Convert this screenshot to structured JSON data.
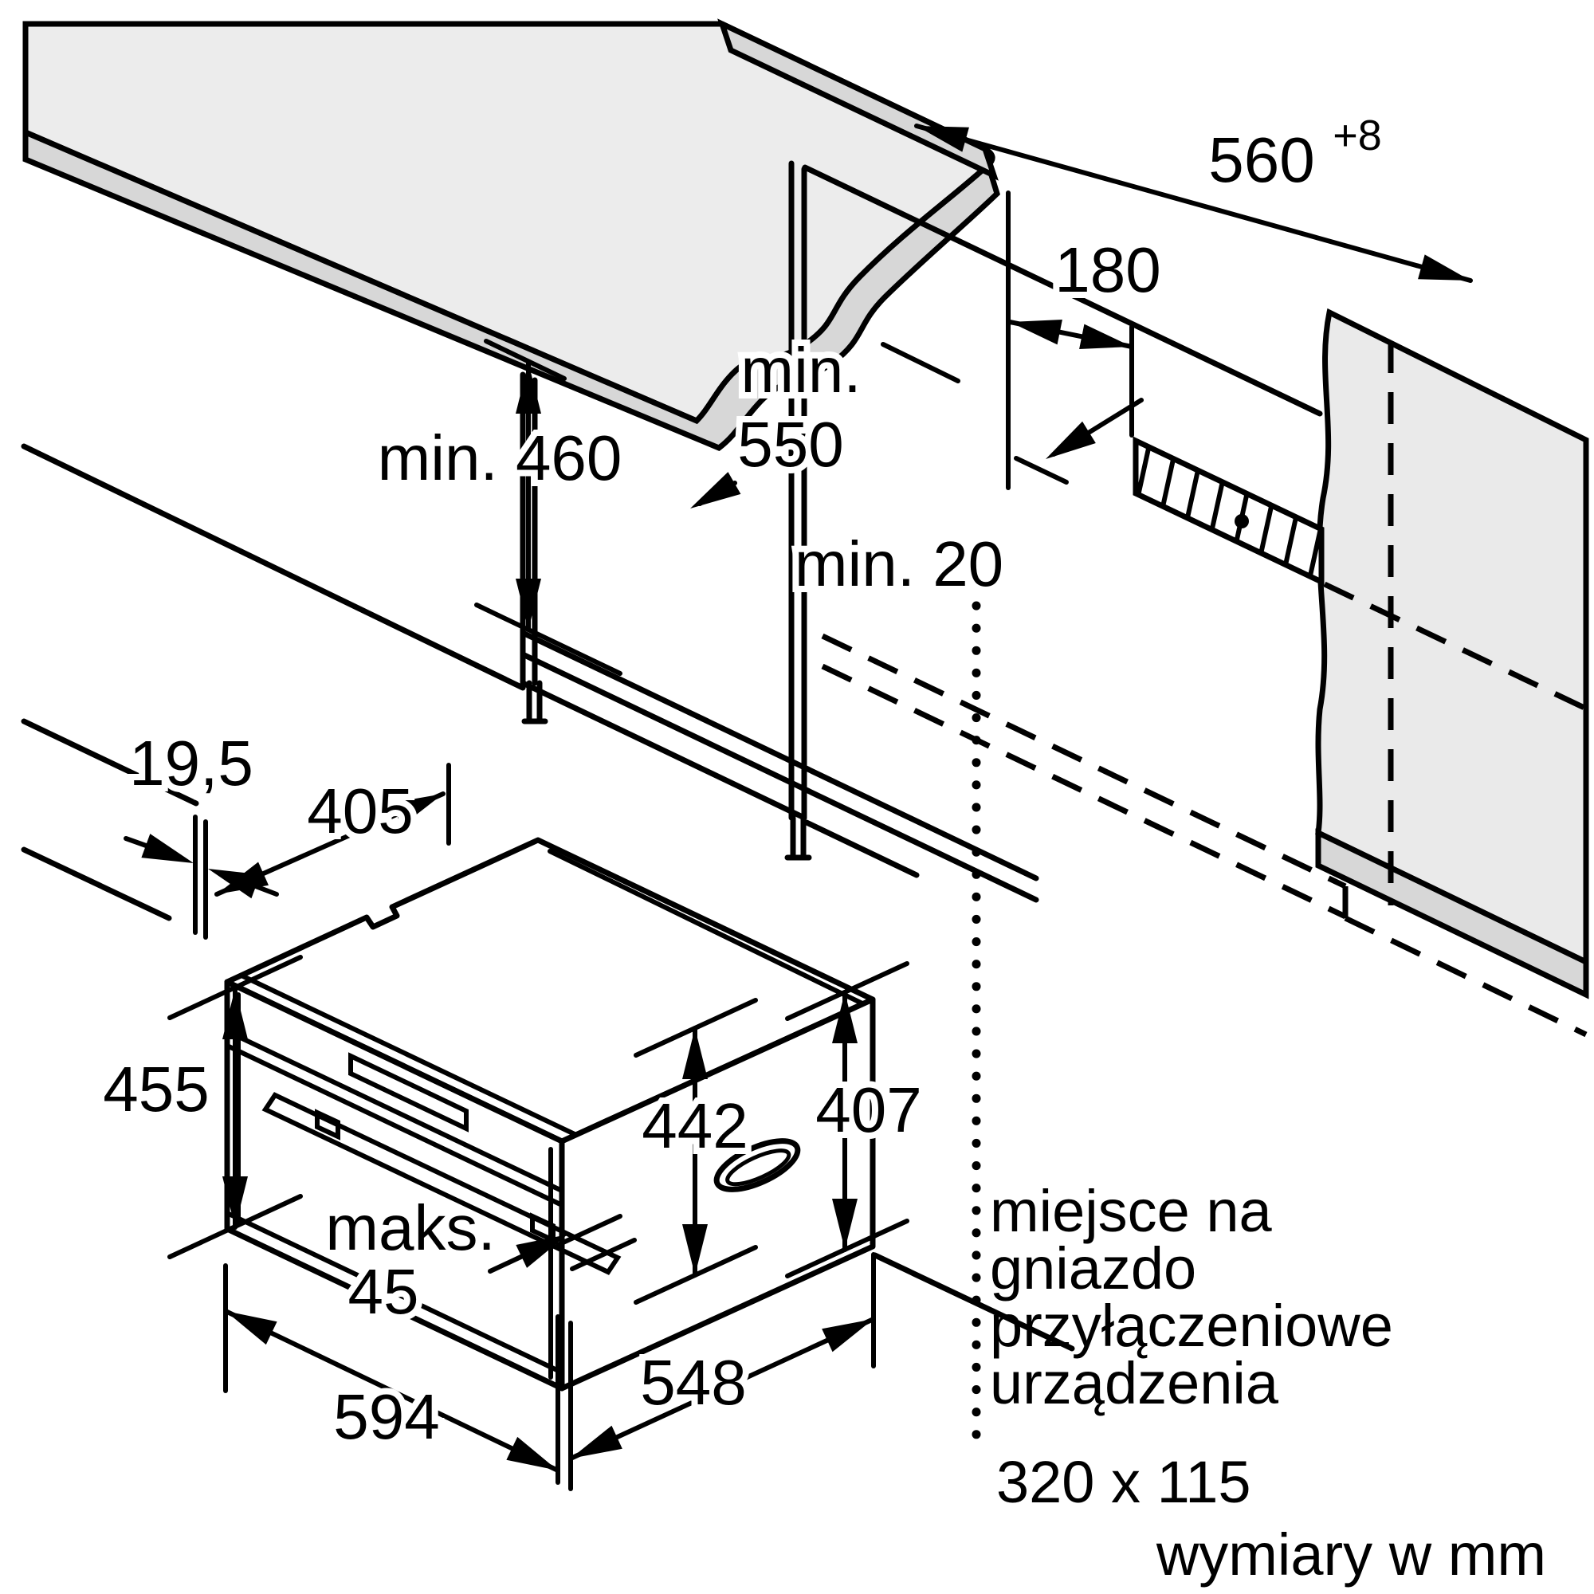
{
  "diagram": {
    "title_hint": "built-in compact oven installation drawing",
    "labels": {
      "niche_width": "560",
      "niche_width_sup": "+8",
      "socket_offset": "180",
      "depth_min_word": "min.",
      "depth_min_value": "550",
      "height_min": "min. 460",
      "rear_gap": "min. 20",
      "top_offset": "19,5",
      "top_depth": "405",
      "front_height": "455",
      "body_height": "442",
      "rear_height": "407",
      "handle_word": "maks.",
      "handle_value": "45",
      "front_width": "594",
      "body_depth": "548"
    },
    "notes": {
      "socket_note_lines": [
        "miejsce na",
        "gniazdo",
        "przyłączeniowe",
        "urządzenia",
        "320 x 115"
      ],
      "units_note": "wymiary w mm"
    },
    "colors": {
      "line": "#000000",
      "surface": "#ececec",
      "surface_edge": "#d7d7d7",
      "wall": "#eaeaea",
      "background": "#ffffff"
    }
  }
}
